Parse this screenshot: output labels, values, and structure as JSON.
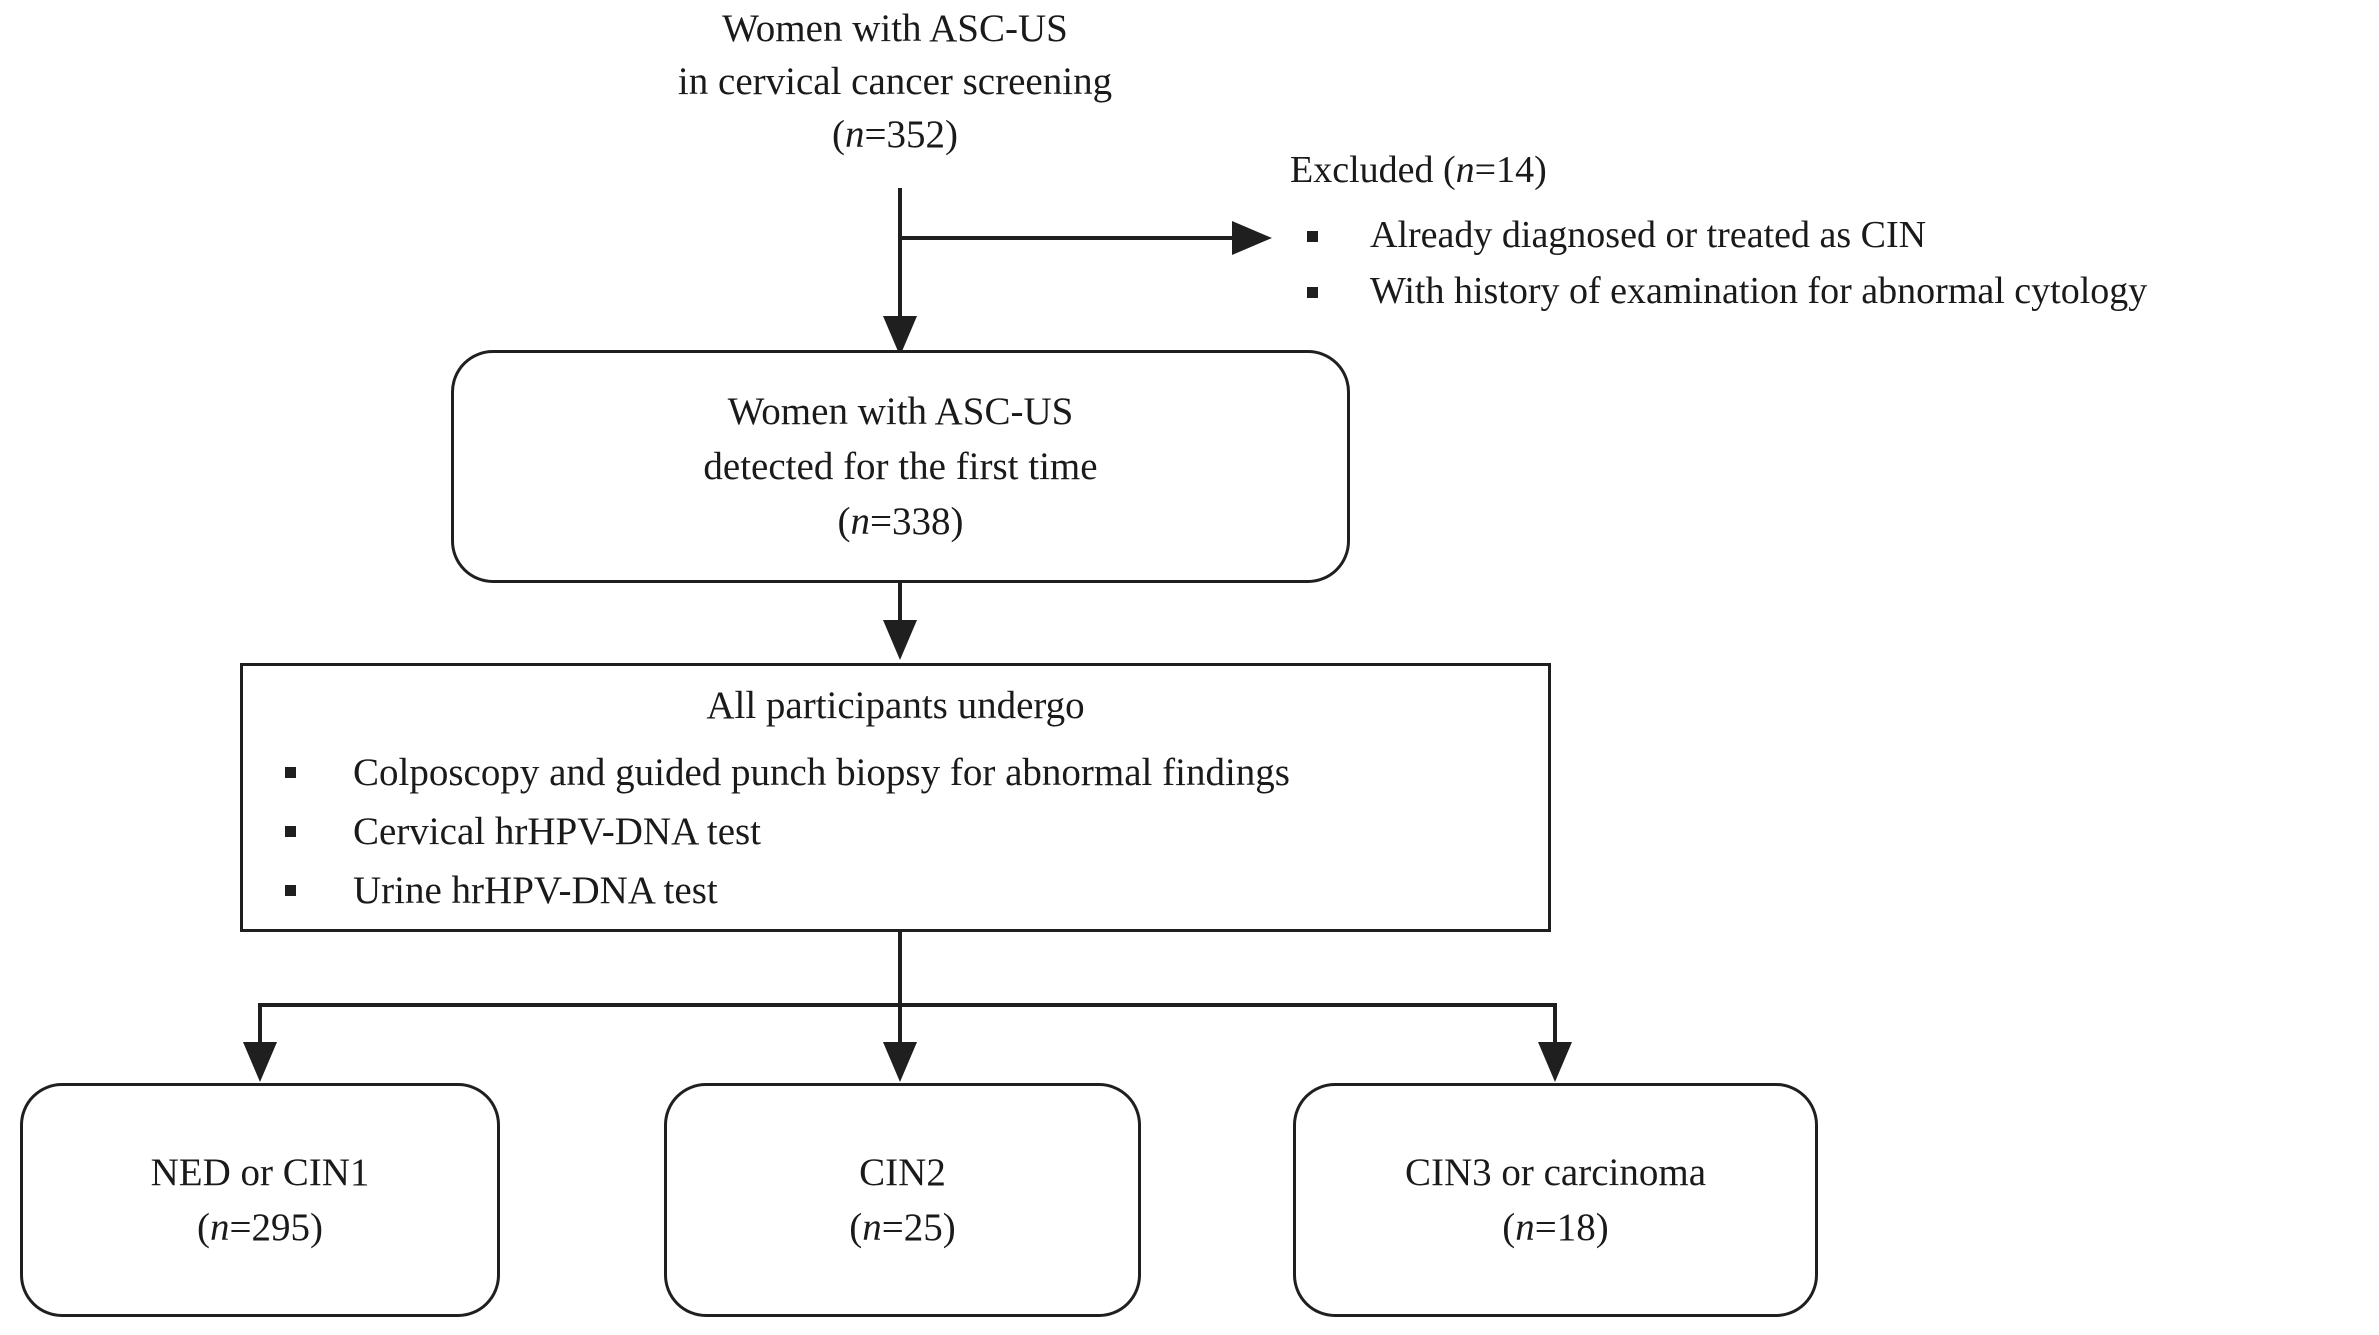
{
  "flow": {
    "screening": {
      "line1": "Women with ASC-US",
      "line2": "in cervical cancer screening",
      "count": "(n=352)"
    },
    "excluded": {
      "heading": "Excluded (n=14)",
      "items": [
        "Already diagnosed or treated as CIN",
        "With history of examination for abnormal cytology"
      ]
    },
    "first_detection": {
      "line1": "Women with ASC-US",
      "line2": "detected for the first time",
      "count": "(n=338)"
    },
    "procedures": {
      "title": "All participants undergo",
      "items": [
        "Colposcopy and guided punch biopsy for abnormal findings",
        "Cervical hrHPV-DNA test",
        "Urine hrHPV-DNA test"
      ]
    },
    "outcomes": [
      {
        "label": "NED or CIN1",
        "count": "(n=295)"
      },
      {
        "label": "CIN2",
        "count": "(n=25)"
      },
      {
        "label": "CIN3 or carcinoma",
        "count": "(n=18)"
      }
    ],
    "colors": {
      "line": "#1f1f1f",
      "text": "#1a1a1a",
      "background": "#ffffff"
    }
  }
}
